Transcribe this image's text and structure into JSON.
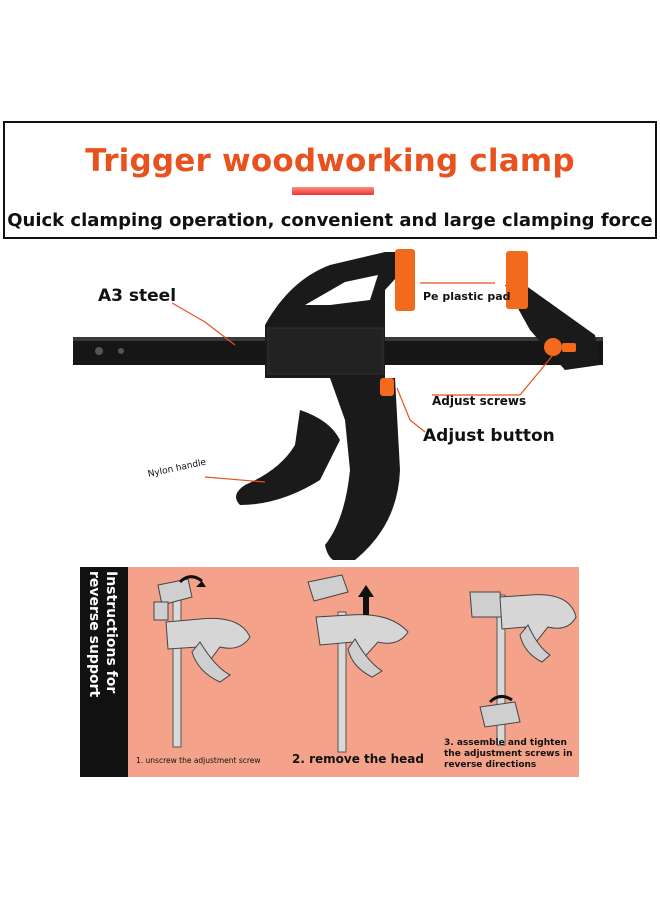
{
  "header": {
    "title": "Trigger woodworking clamp",
    "subtitle": "Quick clamping operation, convenient and large clamping force"
  },
  "callouts": {
    "steel": "A3 steel",
    "pad": "Pe plastic pad",
    "screws": "Adjust screws",
    "button": "Adjust button",
    "handle": "Nylon handle"
  },
  "instructions": {
    "side_title": "Instructions for reverse support",
    "step1": "1. unscrew the adjustment screw",
    "step2": "2. remove the head",
    "step3_line1": "3. assemble and tighten",
    "step3_line2": "the adjustment screws in",
    "step3_line3": "reverse directions"
  },
  "colors": {
    "accent": "#e8521e",
    "pad_orange": "#f26a1b",
    "panel_bg": "#f4a28a",
    "clamp_body": "#1a1a1a"
  }
}
